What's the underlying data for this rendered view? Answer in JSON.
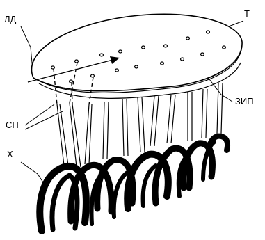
{
  "labels": {
    "ld": "ЛД",
    "t": "Т",
    "zip": "ЗИП",
    "sn": "СН",
    "x": "Х"
  }
}
